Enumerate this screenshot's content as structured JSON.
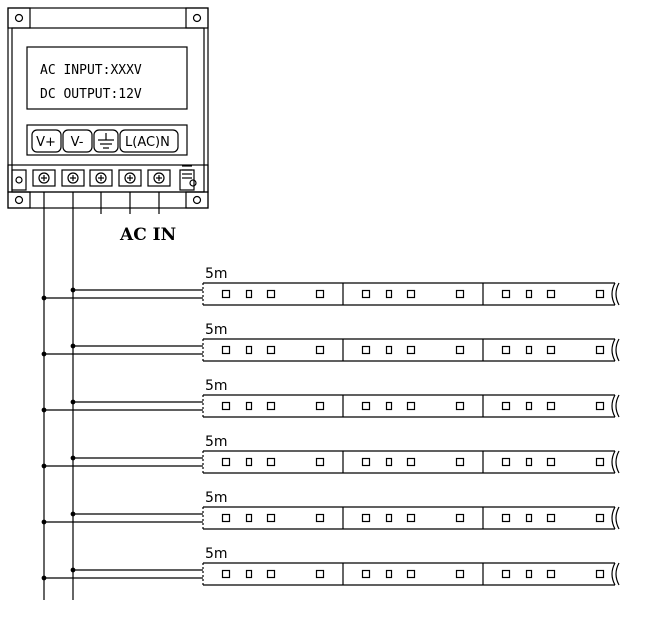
{
  "psu": {
    "ac_input_label": "AC INPUT:XXXV",
    "dc_output_label": "DC OUTPUT:12V",
    "terminals": [
      "V+",
      "V-",
      "⏚",
      "L(AC)N"
    ]
  },
  "ac_in_label": "AC IN",
  "strips": [
    {
      "label": "5m"
    },
    {
      "label": "5m"
    },
    {
      "label": "5m"
    },
    {
      "label": "5m"
    },
    {
      "label": "5m"
    },
    {
      "label": "5m"
    }
  ]
}
